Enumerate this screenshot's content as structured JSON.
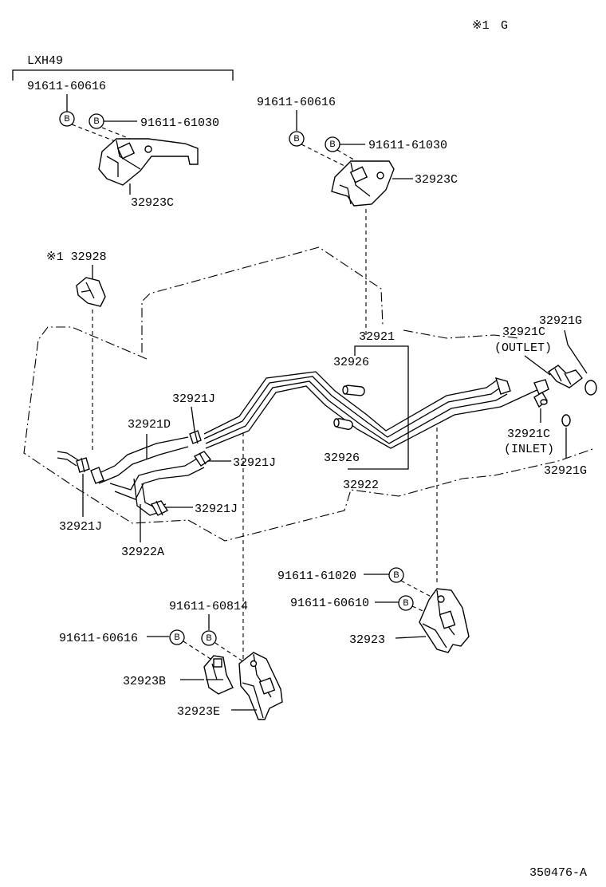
{
  "header": {
    "note_mark": "※1",
    "note_letter": "G"
  },
  "variant": {
    "label": "LXH49"
  },
  "bolt_symbol": "B",
  "labels": {
    "v_bolt_top": "91611-60616",
    "v_bolt_second": "91611-61030",
    "v_bracket": "32923C",
    "m_bolt_top": "91611-60616",
    "m_bolt_second": "91611-61030",
    "m_bracket": "32923C",
    "clamp_note": "※1 32928",
    "pipe_main": "32921",
    "grommet_upper": "32926",
    "grommet_lower": "32926",
    "pipe_return": "32922",
    "outlet_part": "32921C",
    "outlet_word": "(OUTLET)",
    "gasket_upper": "32921G",
    "inlet_part": "32921C",
    "inlet_word": "(INLET)",
    "gasket_lower": "32921G",
    "clamp_j1": "32921J",
    "clamp_j2": "32921J",
    "clamp_j3": "32921J",
    "clamp_j4": "32921J",
    "hose_d": "32921D",
    "hose_a": "32922A",
    "r_bolt_1": "91611-61020",
    "r_bolt_2": "91611-60610",
    "r_bracket": "32923",
    "l_bolt_1": "91611-60814",
    "l_bolt_2": "91611-60616",
    "l_bracket_b": "32923B",
    "l_bracket_e": "32923E",
    "figure_id": "350476-A"
  }
}
